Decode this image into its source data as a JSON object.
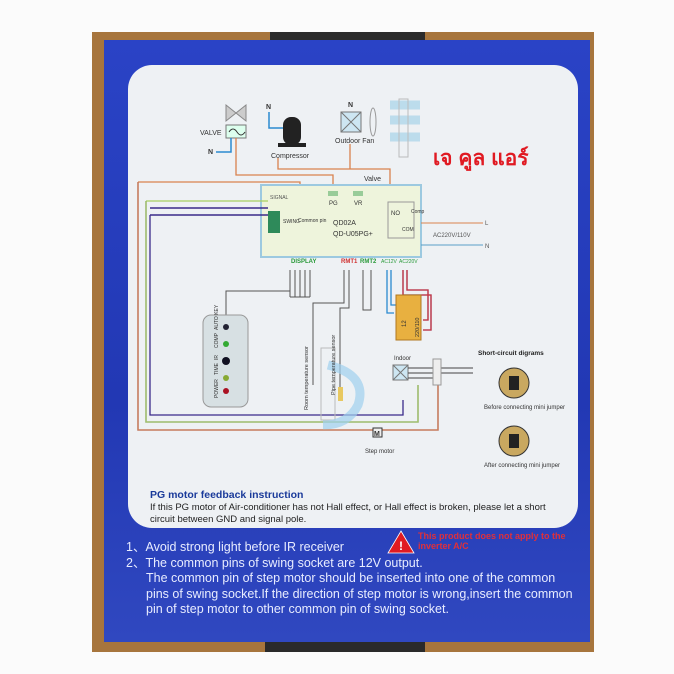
{
  "brand_thai": "เจ คูล แอร์",
  "diagram": {
    "valve_label": "VALVE",
    "n_label": "N",
    "l_label": "L",
    "compressor_label": "Compressor",
    "outdoor_fan_label": "Outdoor Fan",
    "valve_wire_label": "Valve",
    "signal_label": "SIGNAL",
    "pg_label": "PG",
    "vr_label": "VR",
    "no_label": "NO",
    "com_label": "COM",
    "comp_label": "Comp",
    "swing_label": "SWING",
    "common_pin_label": "Common pin",
    "model_1": "QD02A",
    "model_2": "QD-U05PG+",
    "power_label": "AC220V/110V",
    "display_label": "DISPLAY",
    "rmt1_label": "RMT1",
    "rmt2_label": "RMT2",
    "ac12_label": "AC12V",
    "ac220_label": "AC220V",
    "transformer_low": "12",
    "transformer_high": "220/110",
    "room_sensor_label": "Room temperature sensor",
    "pipe_sensor_label": "Pipe temperature sensor",
    "indoor_label": "Indoor",
    "step_motor_label": "Step motor",
    "motor_m": "M",
    "display_keys": [
      "POWER",
      "TIME",
      "IR",
      "COMP",
      "AUTO KEY"
    ],
    "short_circuit_title": "Short-circuit digrams",
    "before_label": "Before connecting mini jumper",
    "after_label": "After connecting mini jumper"
  },
  "pg_instruction": {
    "title": "PG motor feedback instruction",
    "text": "If this PG motor of Air-conditioner has not Hall effect, or Hall effect  is broken, please let a short circuit between GND and signal pole."
  },
  "warning": "This product does not apply to the inverter A/C",
  "notes": {
    "n1": "1、Avoid strong light before IR receiver",
    "n2": "2、The common pins of swing socket are 12V output.",
    "n3": "The common pin of step motor should be inserted into one of the common pins of swing  socket.If the direction of step motor is wrong,insert the common pin of step motor to other  common pin of swing socket."
  },
  "colors": {
    "brand_red": "#e01a22",
    "panel_blue": "#2238b4",
    "wire_orange": "#d9824e",
    "wire_blue": "#2a8ad0",
    "wire_red": "#d2303a",
    "wire_purple": "#3a2a8a",
    "wire_green": "#a8d060"
  }
}
